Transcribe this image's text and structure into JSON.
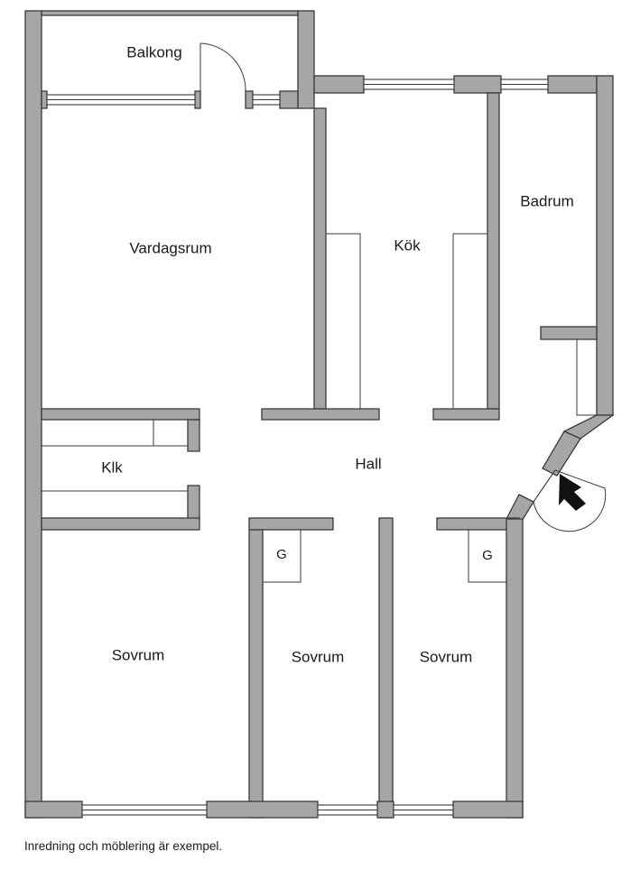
{
  "rooms": {
    "balcony": "Balkong",
    "living_room": "Vardagsrum",
    "kitchen": "Kök",
    "bathroom": "Badrum",
    "closet": "Klk",
    "hall": "Hall",
    "bedroom_1": "Sovrum",
    "bedroom_2": "Sovrum",
    "bedroom_3": "Sovrum",
    "wardrobe_1": "G",
    "wardrobe_2": "G"
  },
  "footer_note": "Inredning och möblering är exempel.",
  "colors": {
    "wall": "#a6a6a6",
    "line": "#3a3a3a",
    "background": "#ffffff"
  },
  "icons": {
    "entrance": "entrance-arrow-icon"
  }
}
